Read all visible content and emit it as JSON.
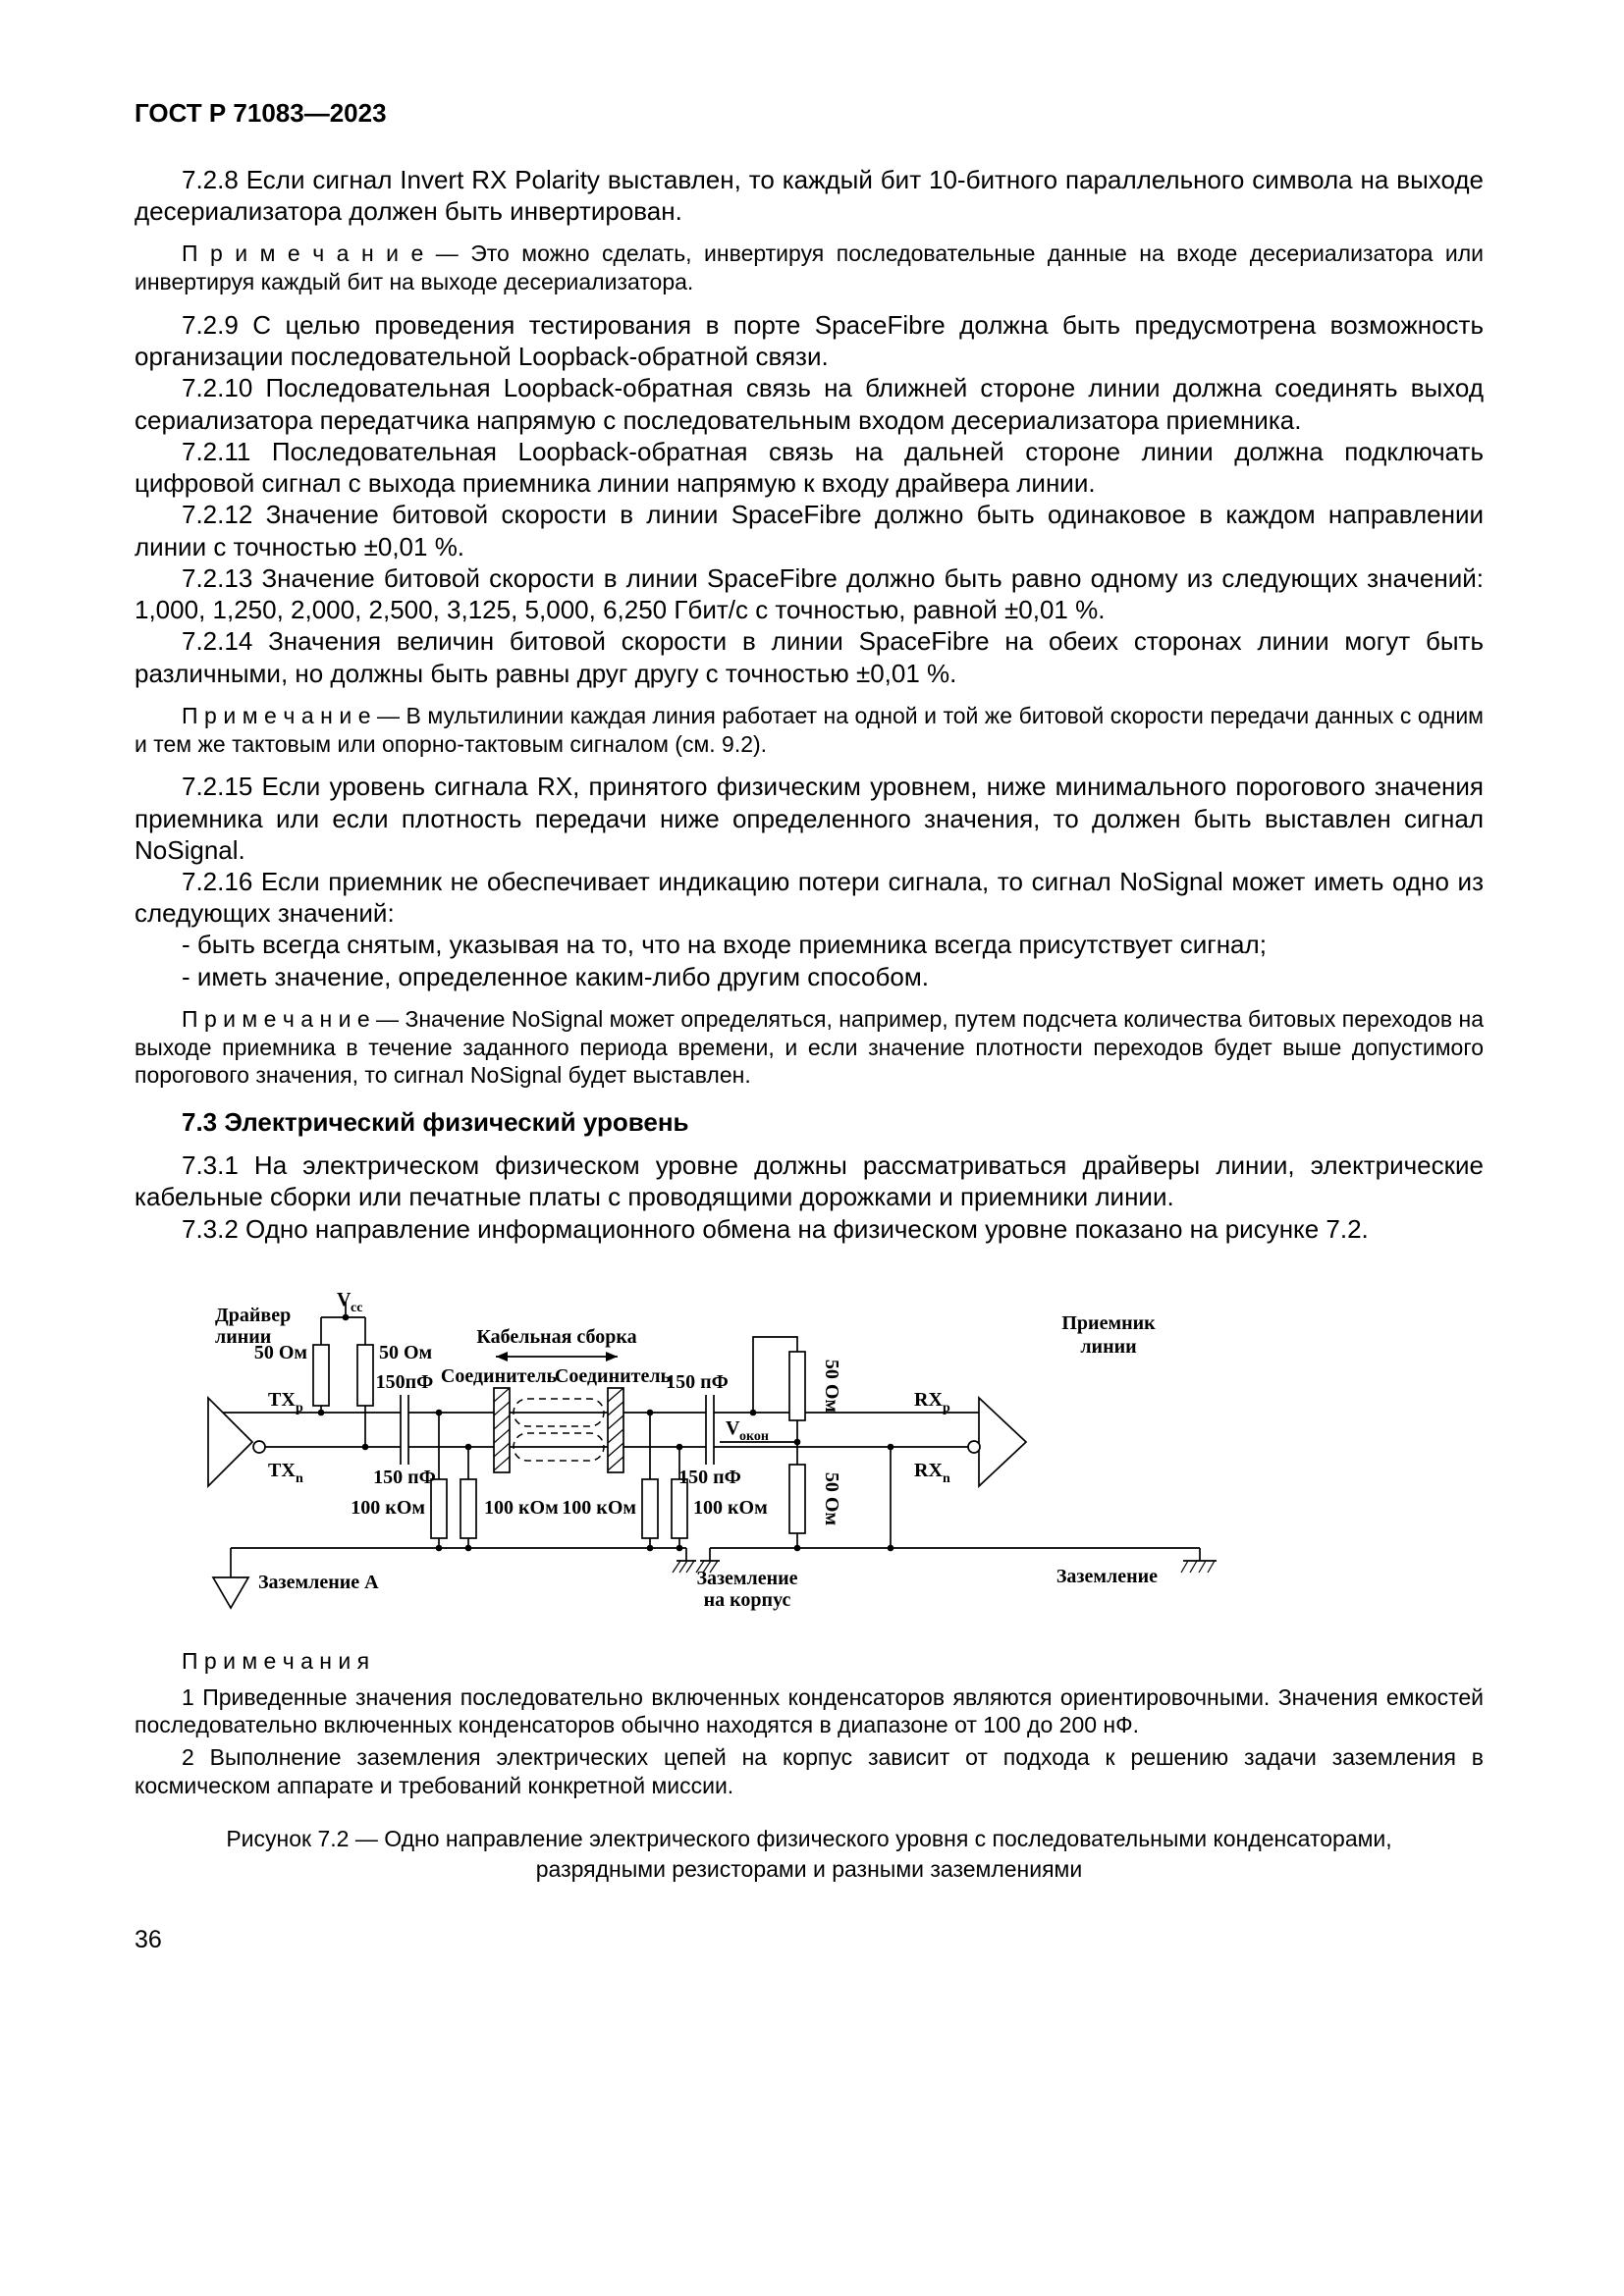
{
  "doc": {
    "header": "ГОСТ Р 71083—2023",
    "page_number": "36"
  },
  "paragraphs": {
    "p728": "7.2.8 Если сигнал Invert RX Polarity выставлен, то каждый бит 10-битного параллельного символа на выходе десериализатора должен быть инвертирован.",
    "note1": "П р и м е ч а н и е — Это можно сделать, инвертируя последовательные данные на входе десериализатора или инвертируя каждый бит на выходе десериализатора.",
    "p729": "7.2.9 С целью проведения тестирования в порте SpaceFibre должна быть предусмотрена возможность организации последовательной Loopback-обратной связи.",
    "p7210": "7.2.10 Последовательная Loopback-обратная связь на ближней стороне линии должна соединять выход сериализатора передатчика напрямую с последовательным входом десериализатора приемника.",
    "p7211": "7.2.11 Последовательная Loopback-обратная связь на дальней стороне линии должна подключать цифровой сигнал с выхода приемника линии напрямую к входу драйвера линии.",
    "p7212": "7.2.12 Значение битовой скорости в линии SpaceFibre должно быть одинаковое в каждом направлении линии с точностью ±0,01 %.",
    "p7213": "7.2.13 Значение битовой скорости в линии SpaceFibre должно быть равно одному из следующих значений: 1,000, 1,250, 2,000, 2,500, 3,125, 5,000, 6,250 Гбит/с с точностью, равной ±0,01 %.",
    "p7214": "7.2.14 Значения величин битовой скорости в линии SpaceFibre на обеих сторонах линии могут быть различными, но должны быть равны друг другу с точностью ±0,01 %.",
    "note2": "П р и м е ч а н и е — В мультилинии каждая линия работает на одной и той же битовой скорости передачи данных с одним и тем же тактовым или опорно-тактовым сигналом (см. 9.2).",
    "p7215": "7.2.15 Если уровень сигнала RX, принятого физическим уровнем, ниже минимального порогового значения приемника или если плотность передачи ниже определенного значения, то должен быть выставлен сигнал NoSignal.",
    "p7216": "7.2.16 Если приемник не обеспечивает индикацию потери сигнала, то сигнал NoSignal может иметь одно из следующих значений:",
    "li1": "- быть всегда снятым, указывая на то, что на входе приемника всегда присутствует сигнал;",
    "li2": "- иметь значение, определенное каким-либо другим способом.",
    "note3": "П р и м е ч а н и е — Значение NoSignal может определяться, например, путем подсчета количества битовых переходов на выходе приемника в течение заданного периода времени, и если значение плотности переходов будет выше допустимого порогового значения, то сигнал NoSignal будет выставлен.",
    "h73": "7.3 Электрический физический уровень",
    "p731": "7.3.1 На электрическом физическом уровне должны рассматриваться драйверы линии, электрические кабельные сборки или печатные платы с проводящими дорожками и приемники линии.",
    "p732": "7.3.2 Одно направление информационного обмена на физическом уровне показано на рисунке 7.2."
  },
  "figure": {
    "labels": {
      "vcc_main": "V",
      "vcc_sub": "cc",
      "driver_line1": "Драйвер",
      "driver_line2": "линии",
      "receiver_line1": "Приемник",
      "receiver_line2": "линии",
      "r50_left": "50 Ом",
      "r50_right": "50 Ом",
      "r50_rx_top": "50 Ом",
      "r50_rx_bottom": "50 Ом",
      "cable_assembly": "Кабельная сборка",
      "connector_left": "Соединитель",
      "connector_right": "Соединитель",
      "cap_tl": "150пФ",
      "cap_bl": "150 пФ",
      "cap_tr": "150 пФ",
      "cap_br": "150 пФ",
      "txp_main": "TX",
      "txp_sub": "p",
      "txn_main": "TX",
      "txn_sub": "n",
      "rxp_main": "RX",
      "rxp_sub": "p",
      "rxn_main": "RX",
      "rxn_sub": "n",
      "vterm_main": "V",
      "vterm_sub": "окон",
      "r100k_1": "100 кОм",
      "r100k_2": "100 кОм",
      "r100k_3": "100 кОм",
      "r100k_4": "100 кОм",
      "ground_a": "Заземление А",
      "ground_chassis_line1": "Заземление",
      "ground_chassis_line2": "на корпус",
      "ground_right": "Заземление"
    },
    "notes_heading": "П р и м е ч а н и я",
    "note1": "1 Приведенные значения последовательно включенных конденсаторов являются ориентировочными. Значения емкостей последовательно включенных конденсаторов обычно находятся в диапазоне от 100 до 200 нФ.",
    "note2": "2 Выполнение заземления электрических цепей на корпус зависит от подхода к решению задачи заземления в космическом аппарате и требований конкретной миссии.",
    "caption_line1": "Рисунок 7.2 — Одно направление электрического физического уровня с последовательными конденсаторами,",
    "caption_line2": "разрядными резисторами и разными заземлениями"
  }
}
